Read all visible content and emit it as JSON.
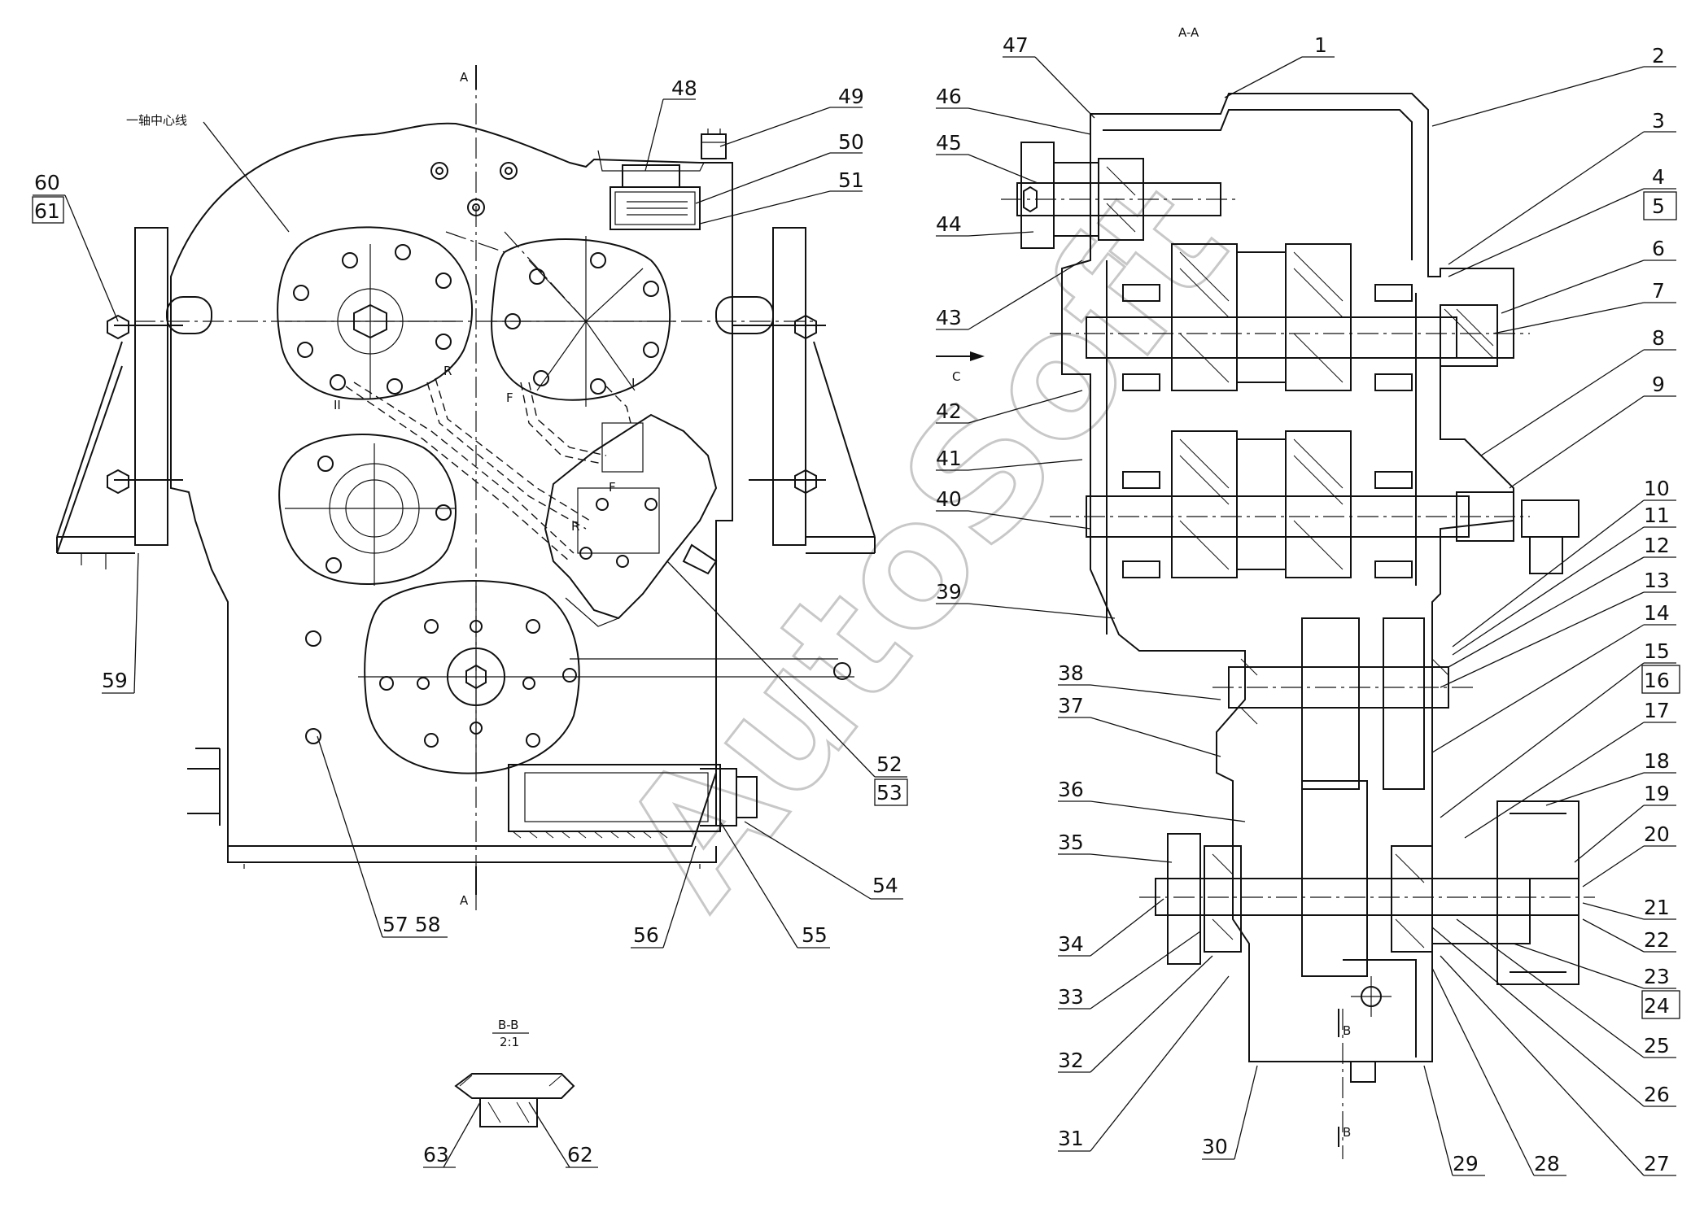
{
  "views": {
    "left_label": "一轴中心线",
    "section_mark": "A",
    "section_title": "A-A",
    "direction_label": "C",
    "detail_title": "B-B",
    "detail_scale": "2:1",
    "detail_mark": "B",
    "port_labels": [
      "II",
      "R",
      "F",
      "I",
      "F",
      "R"
    ]
  },
  "callouts_left": [
    {
      "n": "48"
    },
    {
      "n": "49"
    },
    {
      "n": "50"
    },
    {
      "n": "51"
    },
    {
      "n": "60"
    },
    {
      "n": "61"
    },
    {
      "n": "59"
    },
    {
      "n": "52"
    },
    {
      "n": "53"
    },
    {
      "n": "54"
    },
    {
      "n": "55"
    },
    {
      "n": "56"
    },
    {
      "n": "57 58"
    },
    {
      "n": "63"
    },
    {
      "n": "62"
    }
  ],
  "callouts_right": [
    {
      "n": "1"
    },
    {
      "n": "2"
    },
    {
      "n": "3"
    },
    {
      "n": "4"
    },
    {
      "n": "5"
    },
    {
      "n": "6"
    },
    {
      "n": "7"
    },
    {
      "n": "8"
    },
    {
      "n": "9"
    },
    {
      "n": "10"
    },
    {
      "n": "11"
    },
    {
      "n": "12"
    },
    {
      "n": "13"
    },
    {
      "n": "14"
    },
    {
      "n": "15"
    },
    {
      "n": "16"
    },
    {
      "n": "17"
    },
    {
      "n": "18"
    },
    {
      "n": "19"
    },
    {
      "n": "20"
    },
    {
      "n": "21"
    },
    {
      "n": "22"
    },
    {
      "n": "23"
    },
    {
      "n": "24"
    },
    {
      "n": "25"
    },
    {
      "n": "26"
    },
    {
      "n": "27"
    },
    {
      "n": "28"
    },
    {
      "n": "29"
    },
    {
      "n": "30"
    },
    {
      "n": "31"
    },
    {
      "n": "32"
    },
    {
      "n": "33"
    },
    {
      "n": "34"
    },
    {
      "n": "35"
    },
    {
      "n": "36"
    },
    {
      "n": "37"
    },
    {
      "n": "38"
    },
    {
      "n": "39"
    },
    {
      "n": "40"
    },
    {
      "n": "41"
    },
    {
      "n": "42"
    },
    {
      "n": "43"
    },
    {
      "n": "44"
    },
    {
      "n": "45"
    },
    {
      "n": "46"
    },
    {
      "n": "47"
    }
  ],
  "watermark": "AutoSoft",
  "colors": {
    "line": "#111111",
    "background": "#ffffff",
    "watermark": "#c8c8c8"
  }
}
